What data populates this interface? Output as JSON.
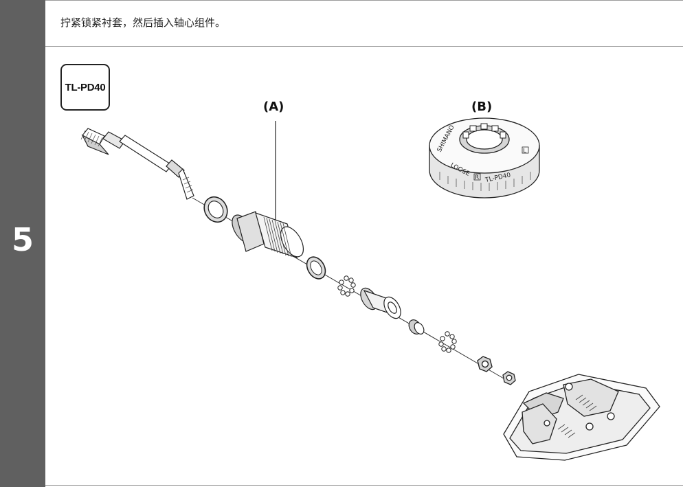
{
  "step": {
    "number": "5"
  },
  "instruction": "拧紧锁紧衬套，然后插入轴心组件。",
  "tool_badge": "TL-PD40",
  "labels": {
    "a": "(A)",
    "b": "(B)"
  },
  "tool_markings": {
    "brand": "SHIMANO",
    "model": "TL-PD40",
    "loose": "LOOSE",
    "left": "L",
    "right": "R"
  },
  "colors": {
    "step_bar": "#606060",
    "rule": "#9a9a9a"
  }
}
